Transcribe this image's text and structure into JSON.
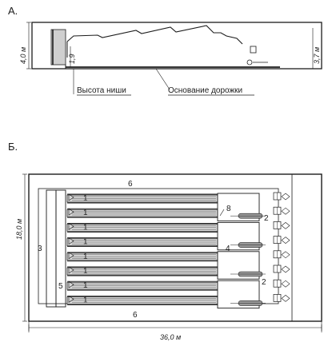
{
  "section_a": {
    "heading": "А.",
    "dim_height": "4,0 м",
    "dim_niche": "1,9",
    "dim_right": "3,7 м",
    "label_niche_height": "Высота ниши",
    "label_lane_base": "Основание дорожки"
  },
  "section_b": {
    "heading": "Б.",
    "dim_width": "18,0 м",
    "dim_length": "36,0 м",
    "callouts": {
      "zone_top": "6",
      "zone_bottom": "6",
      "approach": "3",
      "lanes": "4",
      "marker": "8",
      "seats": [
        "2",
        "2"
      ],
      "foul": "5"
    },
    "lane_numbers": [
      "1",
      "1",
      "1",
      "1",
      "1",
      "1",
      "1",
      "1"
    ]
  }
}
